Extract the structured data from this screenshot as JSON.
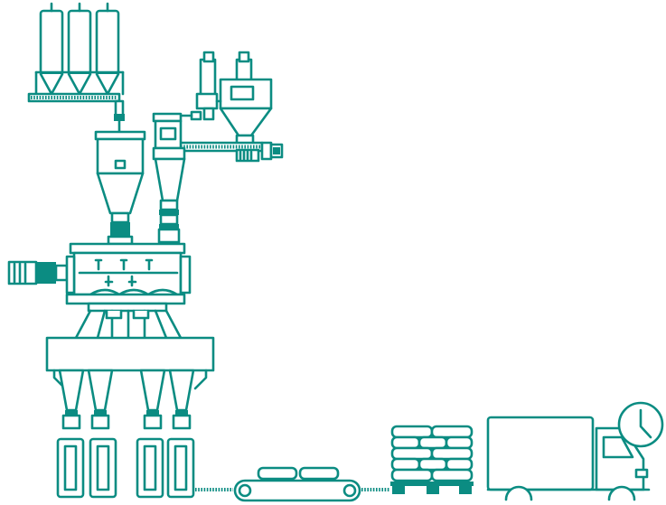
{
  "colors": {
    "line": "#0b8c82",
    "background": "#ffffff"
  },
  "components": [
    {
      "name": "storage-silos",
      "count": 3
    },
    {
      "name": "screw-conveyor",
      "count": 2
    },
    {
      "name": "feed-hopper",
      "count": 1
    },
    {
      "name": "dust-collector",
      "count": 1
    },
    {
      "name": "cyclone-separator",
      "count": 1
    },
    {
      "name": "mixer-drum",
      "count": 1
    },
    {
      "name": "drive-motor",
      "count": 1
    },
    {
      "name": "discharge-spouts",
      "count": 4
    },
    {
      "name": "packed-bags",
      "count": 4
    },
    {
      "name": "belt-conveyor",
      "count": 1
    },
    {
      "name": "pallet-stack",
      "count": 1
    },
    {
      "name": "delivery-truck",
      "count": 1
    },
    {
      "name": "clock-icon",
      "count": 1
    }
  ]
}
